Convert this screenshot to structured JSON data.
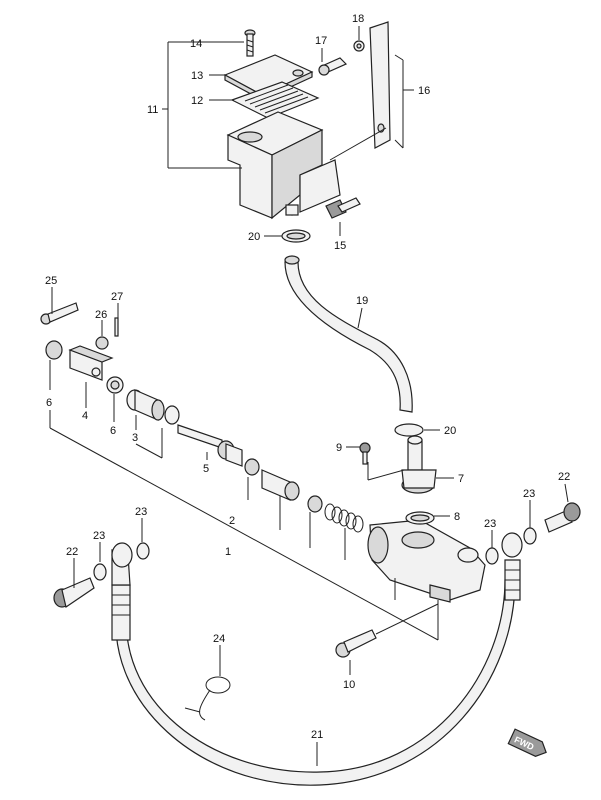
{
  "diagram": {
    "labels": {
      "p1": "1",
      "p2": "2",
      "p3": "3",
      "p4": "4",
      "p5": "5",
      "p6a": "6",
      "p6b": "6",
      "p7": "7",
      "p8": "8",
      "p9": "9",
      "p10": "10",
      "p11": "11",
      "p12": "12",
      "p13": "13",
      "p14": "14",
      "p15": "15",
      "p16": "16",
      "p17": "17",
      "p18": "18",
      "p19": "19",
      "p20a": "20",
      "p20b": "20",
      "p21": "21",
      "p22a": "22",
      "p22b": "22",
      "p23a": "23",
      "p23b": "23",
      "p23c": "23",
      "p23d": "23",
      "p24": "24",
      "p25": "25",
      "p26": "26",
      "p27": "27"
    },
    "direction_badge": "FWD"
  }
}
